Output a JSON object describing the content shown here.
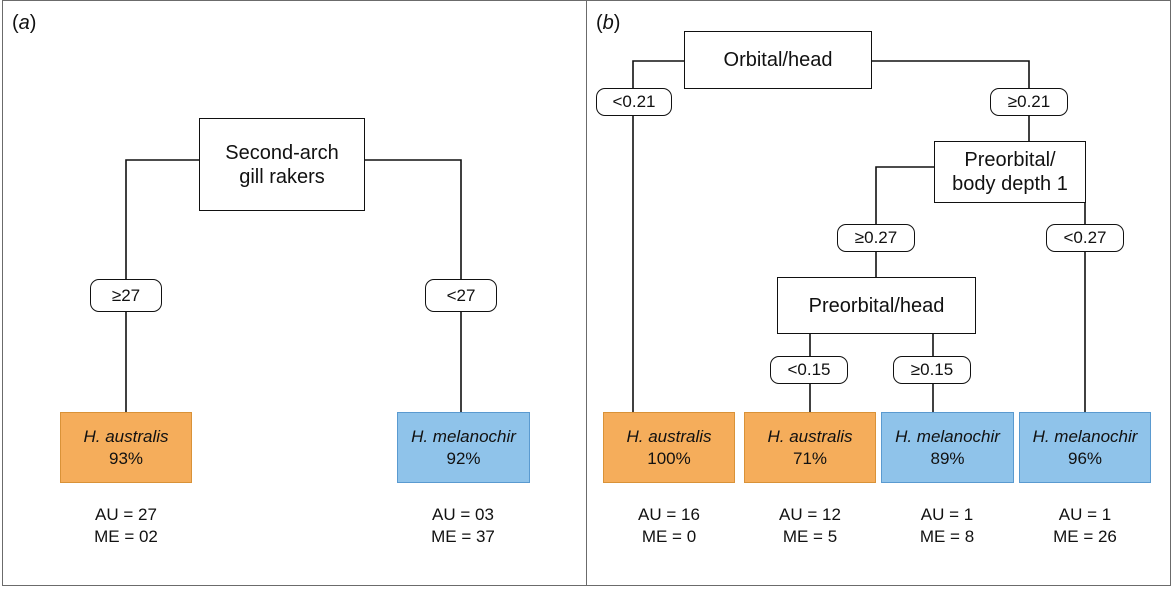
{
  "panel_a": {
    "label": "a",
    "root": {
      "line1": "Second-arch",
      "line2": "gill rakers"
    },
    "left_condition": "≥27",
    "right_condition": "<27",
    "left_leaf": {
      "species": "H. australis",
      "percent": "93%",
      "au": "AU = 27",
      "me": "ME = 02",
      "color": "#f5ad5b"
    },
    "right_leaf": {
      "species": "H. melanochir",
      "percent": "92%",
      "au": "AU = 03",
      "me": "ME = 37",
      "color": "#8fc3ea"
    }
  },
  "panel_b": {
    "label": "b",
    "root": "Orbital/head",
    "root_left_condition": "<0.21",
    "root_right_condition": "≥0.21",
    "node2": {
      "line1": "Preorbital/",
      "line2": "body depth 1"
    },
    "node2_left_condition": "≥0.27",
    "node2_right_condition": "<0.27",
    "node3": "Preorbital/head",
    "node3_left_condition": "<0.15",
    "node3_right_condition": "≥0.15",
    "leaves": [
      {
        "species": "H. australis",
        "percent": "100%",
        "au": "AU = 16",
        "me": "ME = 0",
        "color": "#f5ad5b"
      },
      {
        "species": "H. australis",
        "percent": "71%",
        "au": "AU = 12",
        "me": "ME = 5",
        "color": "#f5ad5b"
      },
      {
        "species": "H. melanochir",
        "percent": "89%",
        "au": "AU = 1",
        "me": "ME = 8",
        "color": "#8fc3ea"
      },
      {
        "species": "H. melanochir",
        "percent": "96%",
        "au": "AU = 1",
        "me": "ME = 26",
        "color": "#8fc3ea"
      }
    ]
  }
}
